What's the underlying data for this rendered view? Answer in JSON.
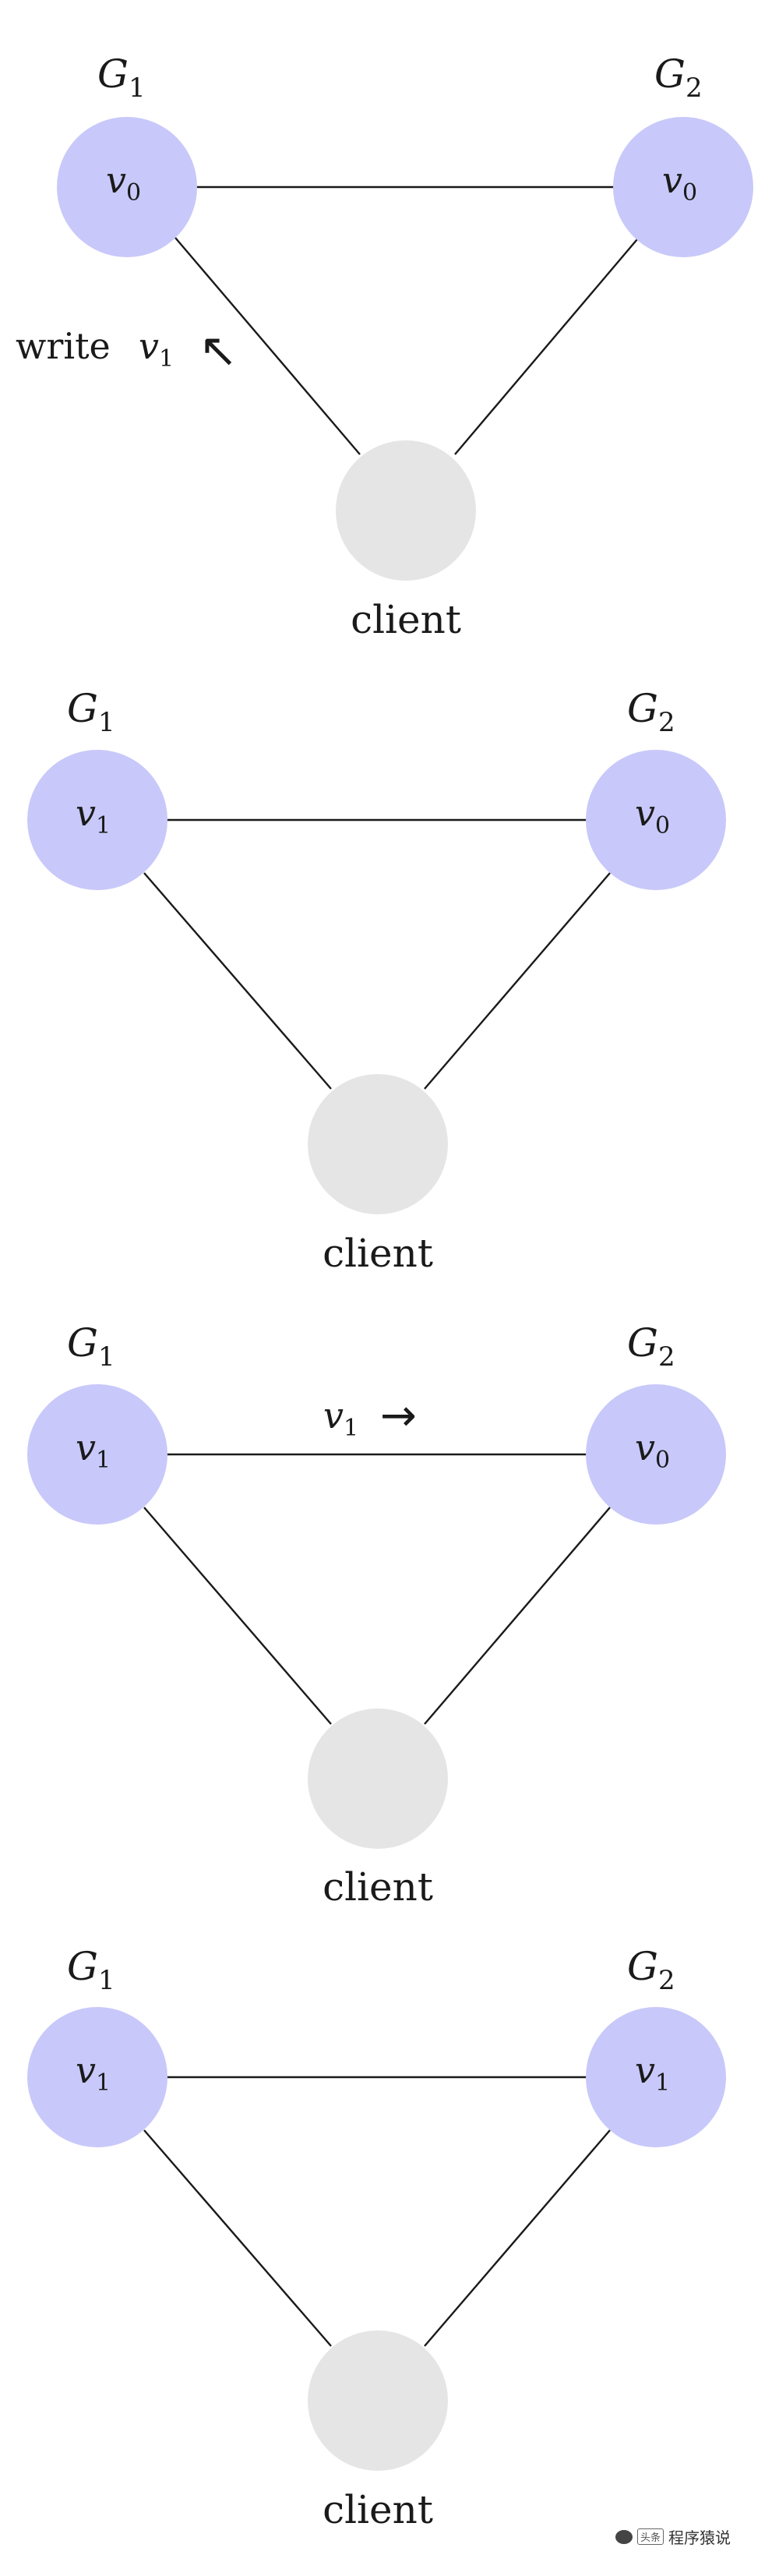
{
  "panels": [
    {
      "left": {
        "group": "G",
        "group_sub": "1",
        "value": "v",
        "value_sub": "0"
      },
      "right": {
        "group": "G",
        "group_sub": "2",
        "value": "v",
        "value_sub": "0"
      },
      "client_label": "client",
      "annotation": {
        "text": "write",
        "var": "v",
        "var_sub": "1",
        "arrow": "↖"
      }
    },
    {
      "left": {
        "group": "G",
        "group_sub": "1",
        "value": "v",
        "value_sub": "1"
      },
      "right": {
        "group": "G",
        "group_sub": "2",
        "value": "v",
        "value_sub": "0"
      },
      "client_label": "client"
    },
    {
      "left": {
        "group": "G",
        "group_sub": "1",
        "value": "v",
        "value_sub": "1"
      },
      "right": {
        "group": "G",
        "group_sub": "2",
        "value": "v",
        "value_sub": "0"
      },
      "client_label": "client",
      "annotation": {
        "var": "v",
        "var_sub": "1",
        "arrow": "→"
      }
    },
    {
      "left": {
        "group": "G",
        "group_sub": "1",
        "value": "v",
        "value_sub": "1"
      },
      "right": {
        "group": "G",
        "group_sub": "2",
        "value": "v",
        "value_sub": "1"
      },
      "client_label": "client"
    }
  ],
  "colors": {
    "server_node": "#c8c8fa",
    "client_node": "#e5e5e5",
    "edge": "#1a1a1a"
  },
  "watermark": {
    "badge": "头条",
    "text": "程序猿说"
  }
}
